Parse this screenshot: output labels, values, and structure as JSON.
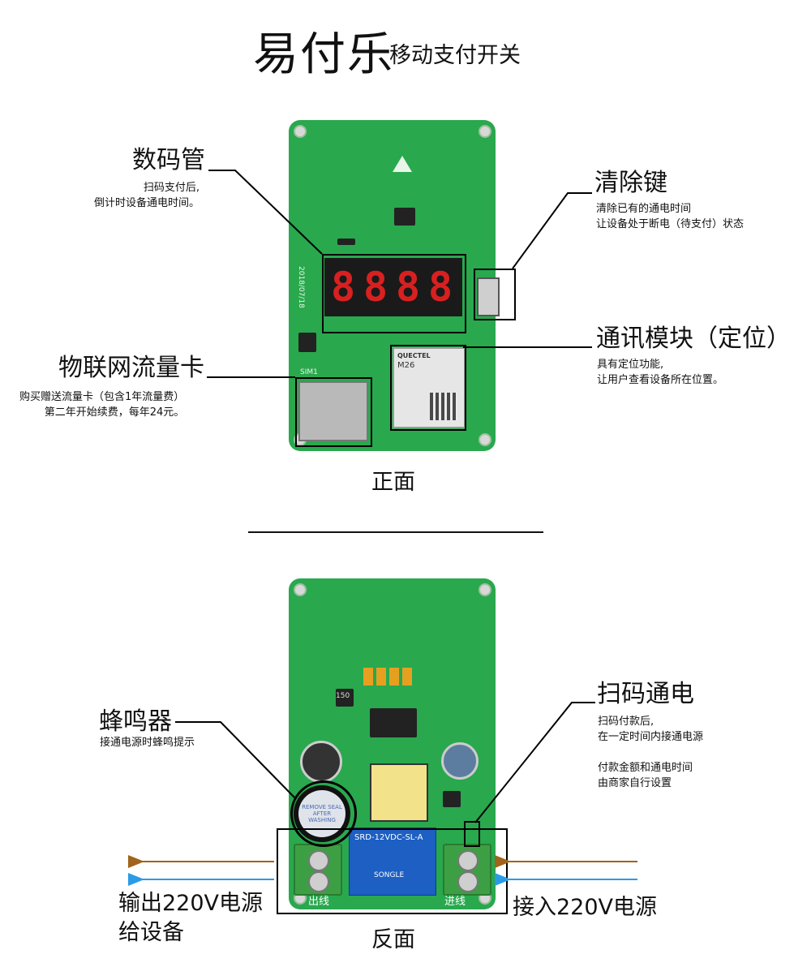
{
  "title": {
    "main": "易付乐",
    "sub": "移动支付开关"
  },
  "front": {
    "caption": "正面",
    "digit_display": {
      "title": "数码管",
      "desc": "扫码支付后,\n倒计时设备通电时间。"
    },
    "clear_key": {
      "title": "清除键",
      "desc": "清除已有的通电时间\n让设备处于断电（待支付）状态"
    },
    "iot_card": {
      "title": "物联网流量卡",
      "desc": "购买赠送流量卡（包含1年流量费）\n第二年开始续费，每年24元。"
    },
    "comm_module": {
      "title": "通讯模块（定位）",
      "desc": "具有定位功能,\n让用户查看设备所在位置。"
    }
  },
  "back": {
    "caption": "反面",
    "buzzer": {
      "title": "蜂鸣器",
      "desc": "接通电源时蜂鸣提示"
    },
    "scan_power": {
      "title": "扫码通电",
      "desc": "扫码付款后,\n在一定时间内接通电源\n\n付款金额和通电时间\n由商家自行设置"
    },
    "output_label": "输出220V电源\n给设备",
    "input_label": "接入220V电源"
  },
  "board_text": {
    "seven_seg": "8888",
    "module_brand": "QUECTEL",
    "module_model": "M26",
    "relay_model": "SRD-12VDC-SL-A",
    "relay_brand": "SONGLE",
    "buzzer_seal": "REMOVE SEAL AFTER WASHING",
    "inductor": "150",
    "out_terminal": "出线",
    "in_terminal": "进线",
    "pcb_date": "2018/07/18",
    "sim_label": "SIM1"
  },
  "colors": {
    "board": "#29a84e",
    "arrow_brown": "#a0641a",
    "arrow_blue": "#2b9be6",
    "segment": "#d82020"
  }
}
